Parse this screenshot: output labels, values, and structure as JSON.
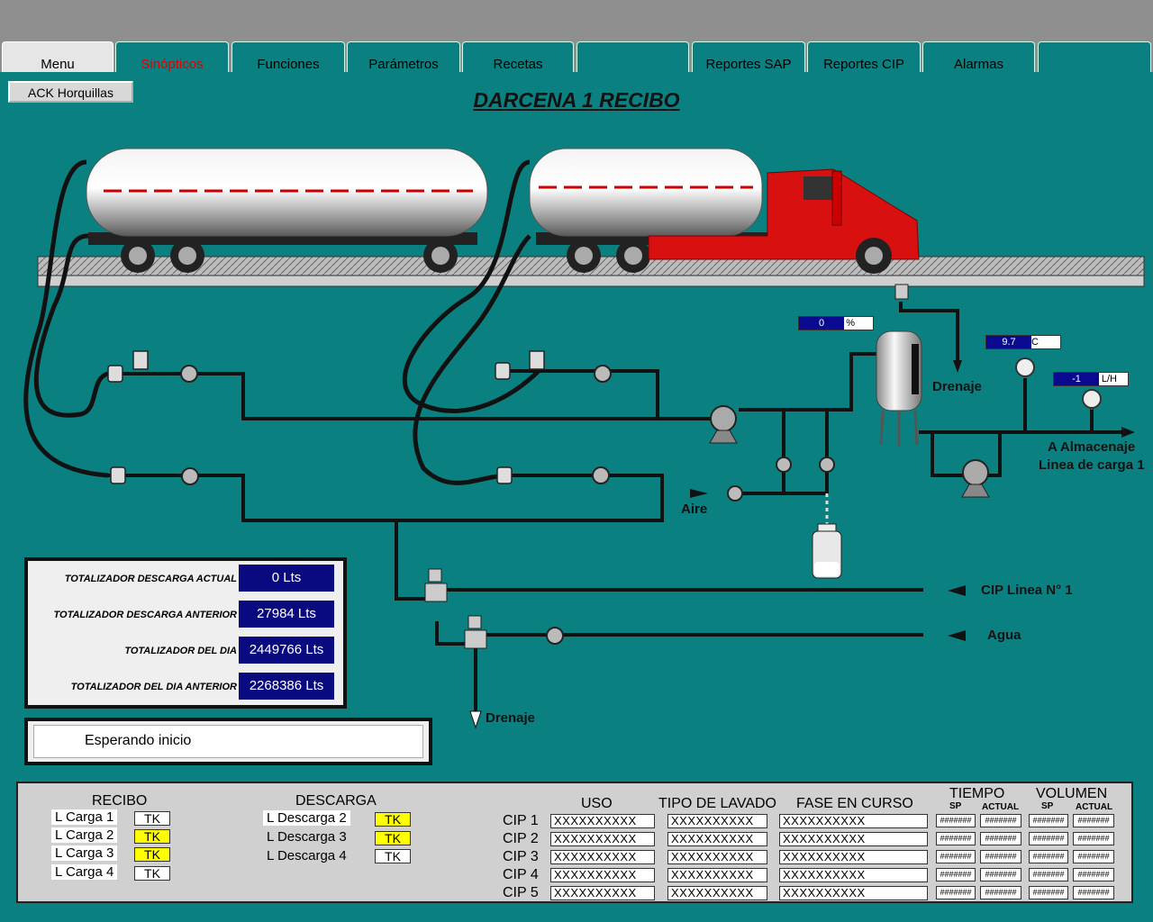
{
  "tabs": [
    "Menu",
    "Sinópticos",
    "Funciones",
    "Parámetros",
    "Recetas",
    "",
    "Reportes SAP",
    "Reportes CIP",
    "Alarmas",
    ""
  ],
  "active_tab": "Sinópticos",
  "ack_button": "ACK Horquillas",
  "title": "DARCENA 1 RECIBO",
  "labels": {
    "drenaje_top": "Drenaje",
    "aire": "Aire",
    "almacenaje_1": "A Almacenaje",
    "almacenaje_2": "Linea de carga 1",
    "cip_linea": "CIP Linea N° 1",
    "agua": "Agua",
    "drenaje_bottom": "Drenaje"
  },
  "gauges": {
    "level": {
      "value": "0",
      "unit": "%"
    },
    "temp": {
      "value": "9.7",
      "unit": "C"
    },
    "flow": {
      "value": "-1",
      "unit": "L/H"
    }
  },
  "totalizers": [
    {
      "label": "TOTALIZADOR DESCARGA ACTUAL",
      "value": "0 Lts"
    },
    {
      "label": "TOTALIZADOR DESCARGA ANTERIOR",
      "value": "27984 Lts"
    },
    {
      "label": "TOTALIZADOR DEL DIA",
      "value": "2449766 Lts"
    },
    {
      "label": "TOTALIZADOR DEL DIA ANTERIOR",
      "value": "2268386 Lts"
    }
  ],
  "status": "Esperando inicio",
  "bottom": {
    "recibo_title": "RECIBO",
    "descarga_title": "DESCARGA",
    "recibo": [
      {
        "label": "L Carga 1",
        "tk": "TK",
        "on": false
      },
      {
        "label": "L Carga 2",
        "tk": "TK",
        "on": true
      },
      {
        "label": "L Carga 3",
        "tk": "TK",
        "on": true
      },
      {
        "label": "L Carga 4",
        "tk": "TK",
        "on": false
      }
    ],
    "descarga": [
      {
        "label": "L Descarga 2",
        "tk": "TK",
        "on": true
      },
      {
        "label": "L Descarga 3",
        "tk": "TK",
        "on": true
      },
      {
        "label": "L Descarga 4",
        "tk": "TK",
        "on": false
      }
    ],
    "headers": {
      "uso": "USO",
      "tipo": "TIPO DE LAVADO",
      "fase": "FASE EN CURSO",
      "tiempo": "TIEMPO",
      "volumen": "VOLUMEN",
      "sp": "SP",
      "actual": "ACTUAL"
    },
    "cip_rows": [
      {
        "name": "CIP 1",
        "uso": "XXXXXXXXXX",
        "tipo": "XXXXXXXXXX",
        "fase": "XXXXXXXXXX",
        "t_sp": "#######",
        "t_act": "#######",
        "v_sp": "#######",
        "v_act": "#######"
      },
      {
        "name": "CIP 2",
        "uso": "XXXXXXXXXX",
        "tipo": "XXXXXXXXXX",
        "fase": "XXXXXXXXXX",
        "t_sp": "#######",
        "t_act": "#######",
        "v_sp": "#######",
        "v_act": "#######"
      },
      {
        "name": "CIP 3",
        "uso": "XXXXXXXXXX",
        "tipo": "XXXXXXXXXX",
        "fase": "XXXXXXXXXX",
        "t_sp": "#######",
        "t_act": "#######",
        "v_sp": "#######",
        "v_act": "#######"
      },
      {
        "name": "CIP 4",
        "uso": "XXXXXXXXXX",
        "tipo": "XXXXXXXXXX",
        "fase": "XXXXXXXXXX",
        "t_sp": "#######",
        "t_act": "#######",
        "v_sp": "#######",
        "v_act": "#######"
      },
      {
        "name": "CIP 5",
        "uso": "XXXXXXXXXX",
        "tipo": "XXXXXXXXXX",
        "fase": "XXXXXXXXXX",
        "t_sp": "#######",
        "t_act": "#######",
        "v_sp": "#######",
        "v_act": "#######"
      }
    ]
  }
}
